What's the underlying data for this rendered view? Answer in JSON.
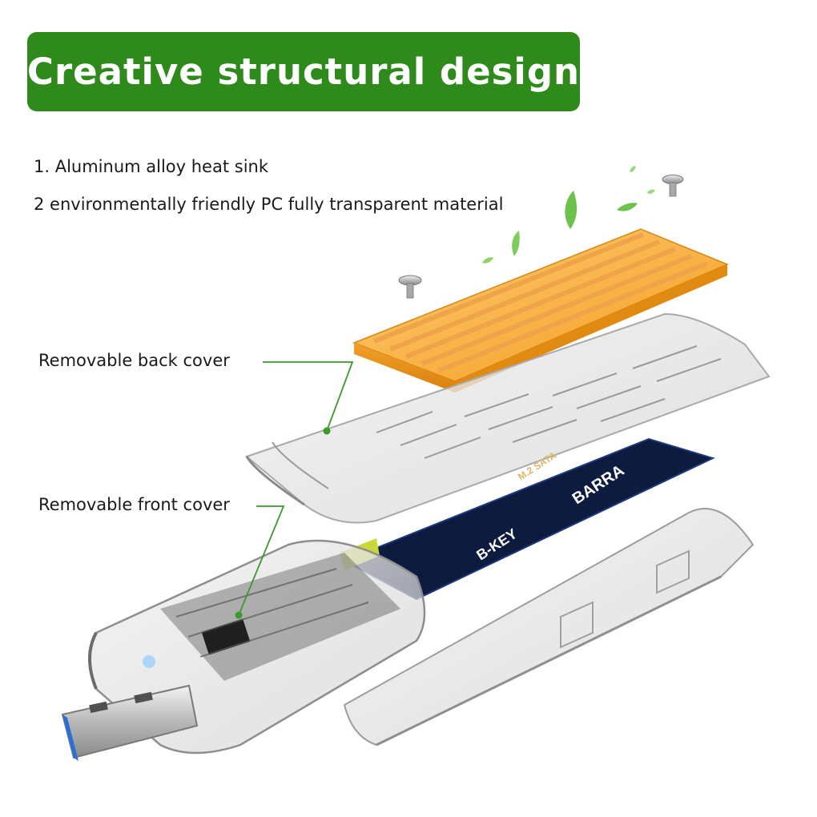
{
  "banner": {
    "title": "Creative structural design",
    "color": "#2f8a1c"
  },
  "features": [
    "1. Aluminum alloy heat sink",
    "2 environmentally friendly PC fully transparent material"
  ],
  "callouts": {
    "back_cover": "Removable back cover",
    "front_cover": "Removable front cover",
    "line_color": "#3a9a2a"
  },
  "ssd": {
    "brand": "BARRA",
    "key": "B-KEY",
    "interface": "M.2 SATA"
  },
  "colors": {
    "heatsink": "#f5a623",
    "leaf": "#6cc24a",
    "ssd_board": "#0d1b3e",
    "usb_blue": "#2a6fd6"
  }
}
